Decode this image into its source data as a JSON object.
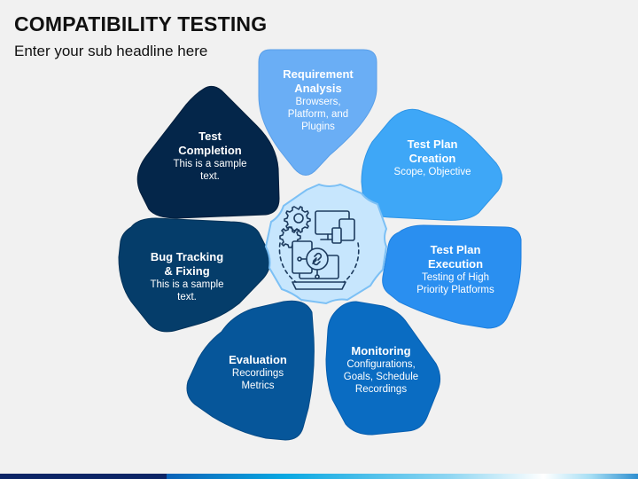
{
  "header": {
    "title": "COMPATIBILITY TESTING",
    "subtitle": "Enter your sub headline here"
  },
  "center": {
    "icon": "devices-gear-link-icon",
    "fill": "#c7e6fd",
    "stroke": "#7cc0f5"
  },
  "steps": [
    {
      "title_lines": [
        "Requirement",
        "Analysis"
      ],
      "desc_lines": [
        "Browsers,",
        "Platform, and",
        "Plugins"
      ],
      "color": "#6aaef5"
    },
    {
      "title_lines": [
        "Test Plan",
        "Creation"
      ],
      "desc_lines": [
        "Scope, Objective"
      ],
      "color": "#3ea7f7"
    },
    {
      "title_lines": [
        "Test Plan",
        "Execution"
      ],
      "desc_lines": [
        "Testing of High",
        "Priority Platforms"
      ],
      "color": "#2a8ff0"
    },
    {
      "title_lines": [
        "Monitoring"
      ],
      "desc_lines": [
        "Configurations,",
        "Goals, Schedule",
        "Recordings"
      ],
      "color": "#0a6cc2"
    },
    {
      "title_lines": [
        "Evaluation"
      ],
      "desc_lines": [
        "Recordings",
        "Metrics"
      ],
      "color": "#06569a"
    },
    {
      "title_lines": [
        "Bug Tracking",
        "& Fixing"
      ],
      "desc_lines": [
        "This is a sample",
        "text."
      ],
      "color": "#053d6a"
    },
    {
      "title_lines": [
        "Test",
        "Completion"
      ],
      "desc_lines": [
        "This is a sample",
        "text."
      ],
      "color": "#04264a"
    }
  ],
  "footer": {
    "bar_dark": "#0c2566",
    "bar_gradient": [
      "#0a62b8",
      "#09a8e2",
      "#ffffff",
      "#2f8fd0"
    ]
  }
}
